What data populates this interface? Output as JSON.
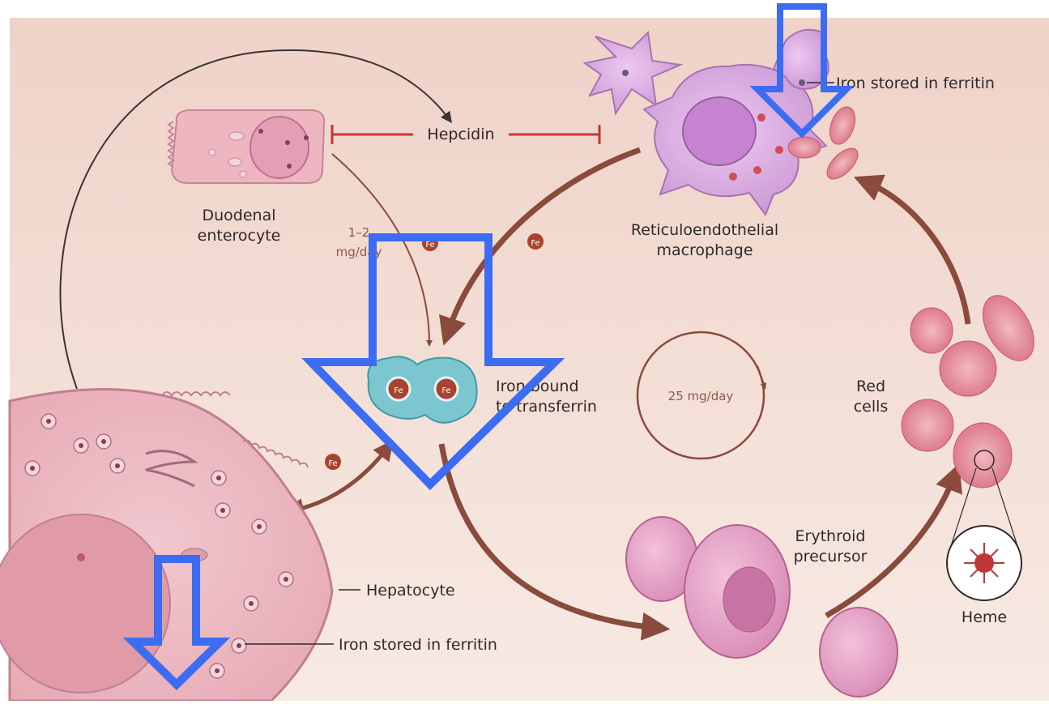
{
  "labels": {
    "hepcidin": "Hepcidin",
    "duodenal_line1": "Duodenal",
    "duodenal_line2": "enterocyte",
    "rate_line1": "1–2",
    "rate_line2": "mg/day",
    "reticulo_line1": "Reticuloendothelial",
    "reticulo_line2": "macrophage",
    "iron_ferritin_top": "Iron stored in ferritin",
    "iron_bound_line1": "Iron bound",
    "iron_bound_line2": "to transferrin",
    "cycle_rate": "25 mg/day",
    "red_line1": "Red",
    "red_line2": "cells",
    "erythroid_line1": "Erythroid",
    "erythroid_line2": "precursor",
    "hepatocyte": "Hepatocyte",
    "iron_ferritin_bottom": "Iron stored in ferritin",
    "heme": "Heme",
    "fe": "Fe"
  },
  "colors": {
    "background": "#f3dcd4",
    "flow_arrow": "#8a4a3c",
    "hepcidin_inhibit": "#c8343a",
    "overlay_arrow": "#3b6cf2",
    "cell_pink": "#e6aec0",
    "macrophage": "#d7a6dc",
    "transferrin": "#7cc6cf",
    "red_cell": "#e48c9a",
    "fe_badge": "#a8432e"
  }
}
